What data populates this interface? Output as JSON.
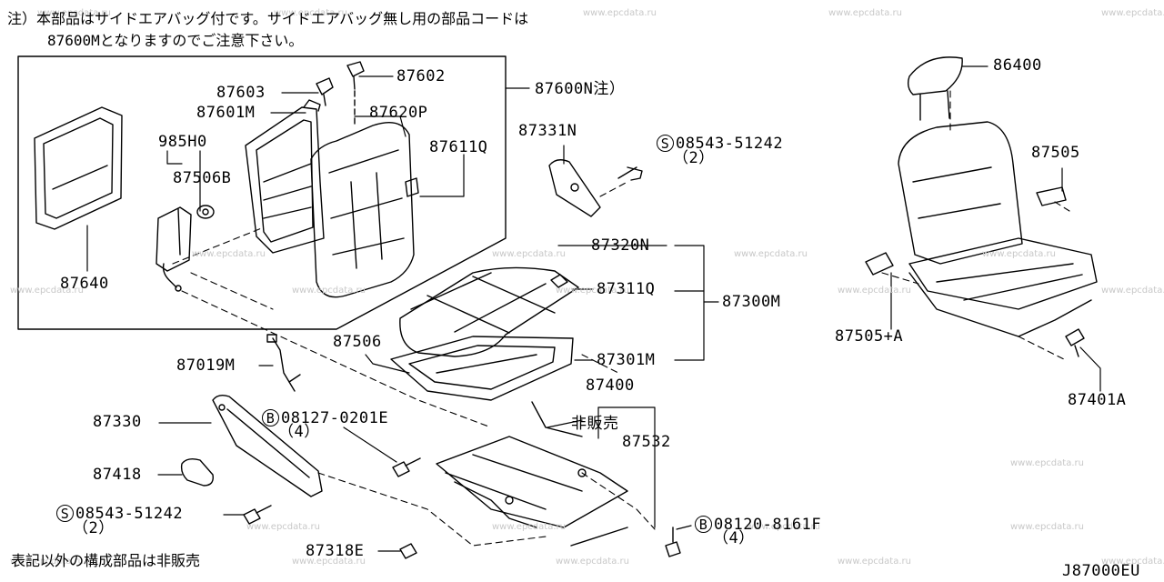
{
  "notes": {
    "top_line1": "注）本部品はサイドエアバッグ付です。サイドエアバッグ無し用の部品コードは",
    "top_line2": "87600Mとなりますのでご注意下さい。",
    "bottom": "表記以外の構成部品は非販売"
  },
  "diagram_code": "J87000EU",
  "watermark": "www.epcdata.ru",
  "labels": {
    "p87602": "87602",
    "p87603": "87603",
    "p87601M": "87601M",
    "p87600N": "87600N注）",
    "p87620P": "87620P",
    "p985H0": "985H0",
    "p87611Q": "87611Q",
    "p87506B": "87506B",
    "p87640": "87640",
    "p87331N": "87331N",
    "p08543_top": "08543-51242",
    "p08543_top_qty": "（2）",
    "p86400": "86400",
    "p87505": "87505",
    "p87320N": "87320N",
    "p87311Q": "87311Q",
    "p87300M": "87300M",
    "p87505A": "87505+A",
    "p87506": "87506",
    "p87301M": "87301M",
    "p87019M": "87019M",
    "p87400": "87400",
    "p87401A": "87401A",
    "p87330": "87330",
    "p08127": "08127-0201E",
    "p08127_qty": "（4）",
    "not_for_sale": "非販売",
    "p87532": "87532",
    "p87418": "87418",
    "p08543_bot": "08543-51242",
    "p08543_bot_qty": "（2）",
    "p08120": "08120-8161F",
    "p08120_qty": "（4）",
    "p87318E": "87318E"
  },
  "prefix_symbols": {
    "screw": "S",
    "bolt": "B"
  }
}
